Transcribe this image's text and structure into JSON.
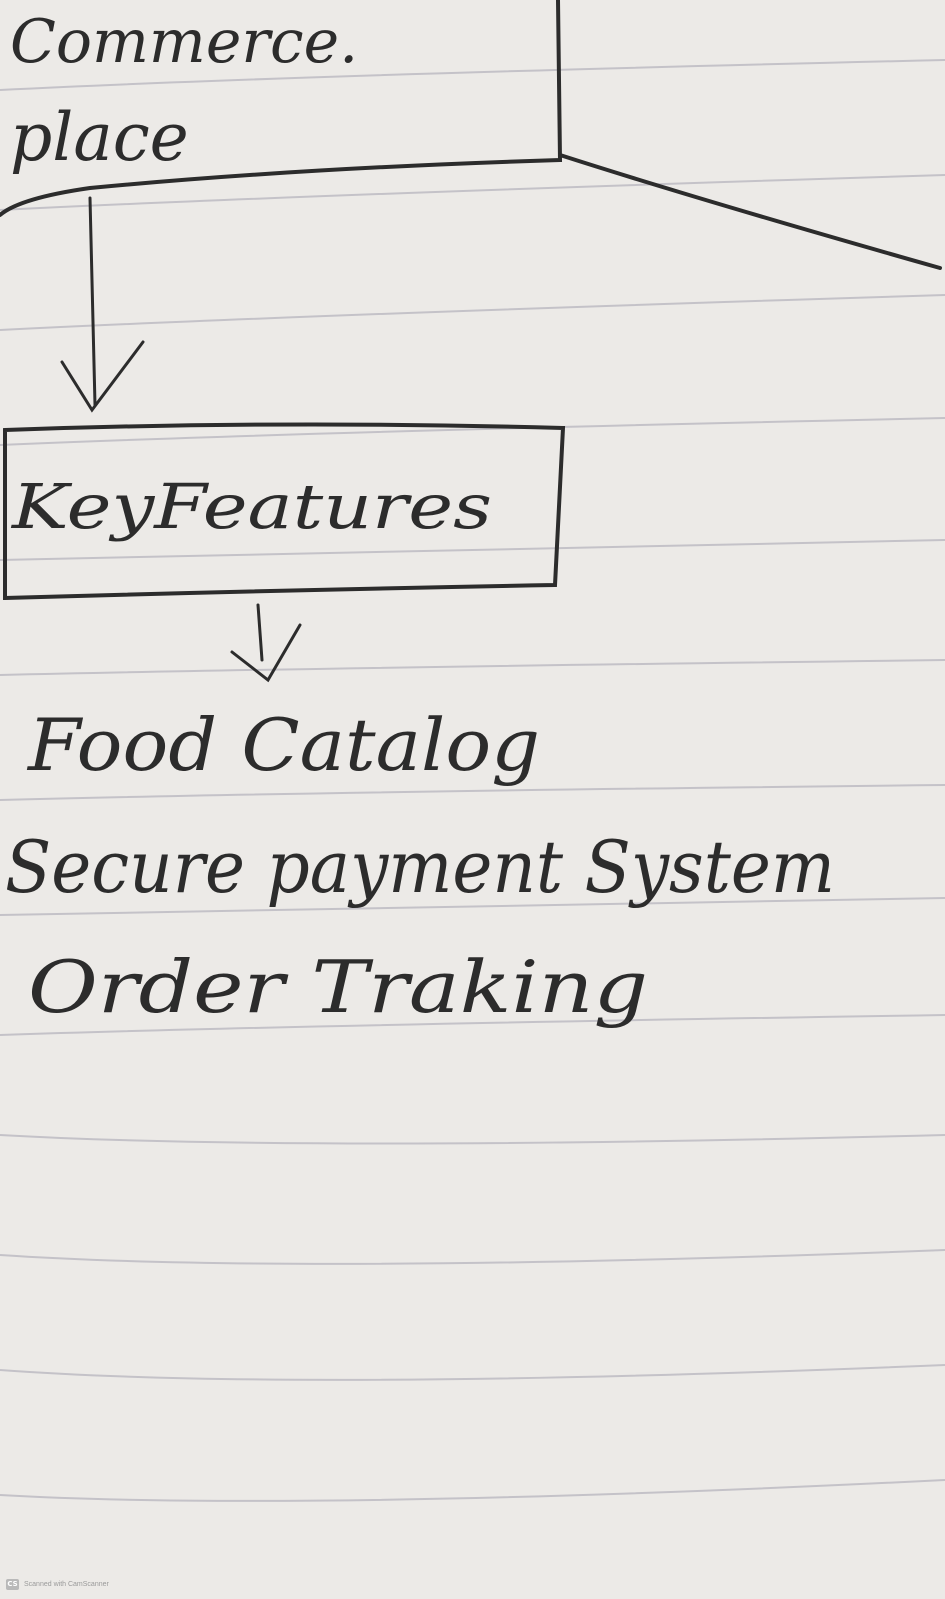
{
  "diagram": {
    "top_box": {
      "line1": "Commerce.",
      "line2": "place"
    },
    "key_features_box": {
      "label": "KeyFeatures"
    },
    "features": [
      "Food Catalog",
      "Secure payment System",
      "Order Traking"
    ]
  },
  "watermark": {
    "logo_text": "CS",
    "text": "Scanned with CamScanner"
  },
  "colors": {
    "paper": "#eceae7",
    "ink": "#2c2c2c",
    "ruled_line": "#c4c2c8"
  }
}
